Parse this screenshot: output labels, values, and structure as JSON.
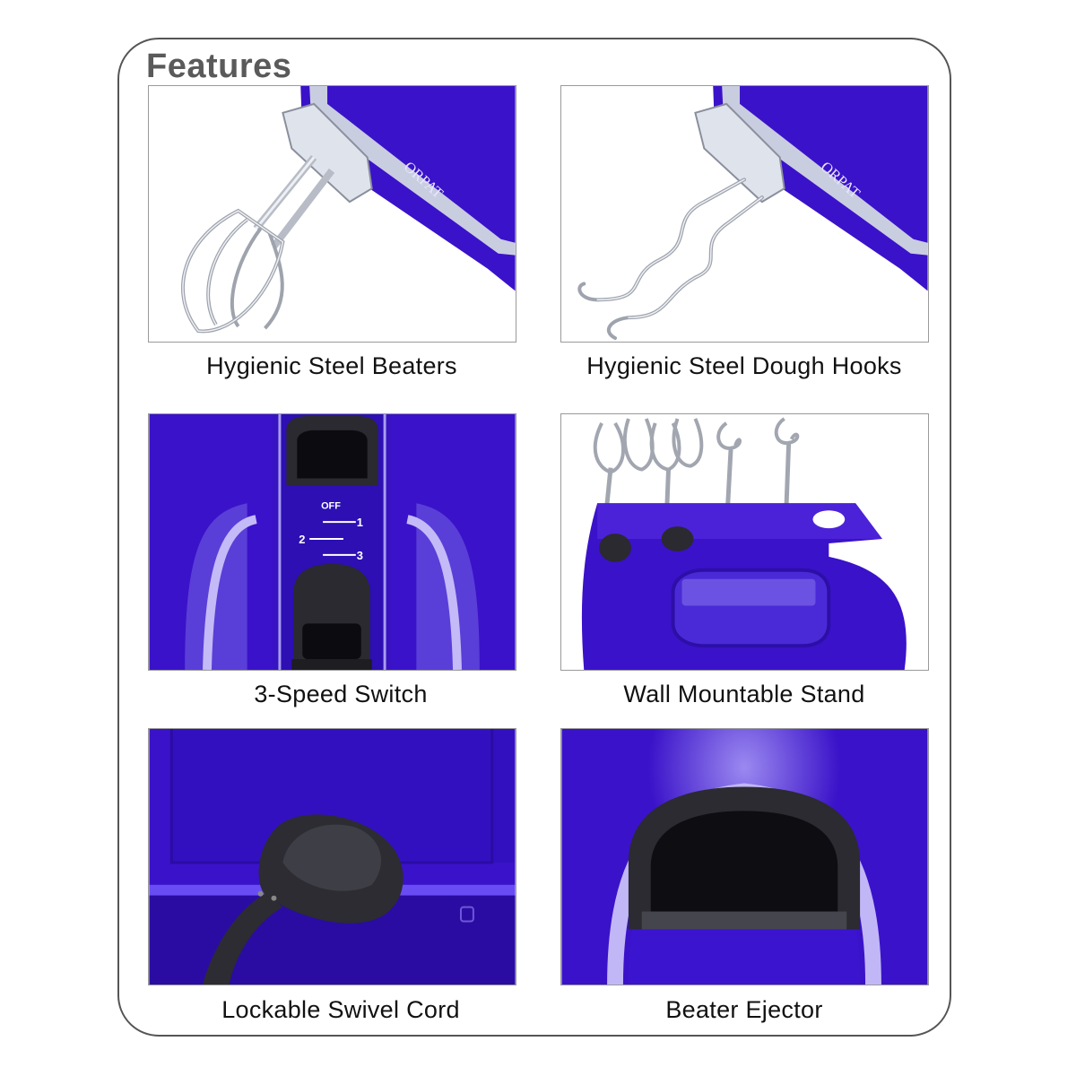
{
  "heading": "Features",
  "brand_mark": "ORPAT",
  "speed_switch": {
    "off": "OFF",
    "one": "1",
    "two": "2",
    "three": "3"
  },
  "features": [
    {
      "label": "Hygienic Steel Beaters",
      "icon": "steel-beaters-photo"
    },
    {
      "label": "Hygienic Steel Dough Hooks",
      "icon": "dough-hooks-photo"
    },
    {
      "label": "3-Speed Switch",
      "icon": "speed-switch-photo"
    },
    {
      "label": "Wall Mountable Stand",
      "icon": "wall-stand-photo"
    },
    {
      "label": "Lockable Swivel Cord",
      "icon": "swivel-cord-photo"
    },
    {
      "label": "Beater Ejector",
      "icon": "beater-ejector-photo"
    }
  ],
  "colors": {
    "product_blue": "#3a12c9",
    "accent_light": "#b9aef5",
    "border": "#555555",
    "heading": "#5a5a5a"
  }
}
